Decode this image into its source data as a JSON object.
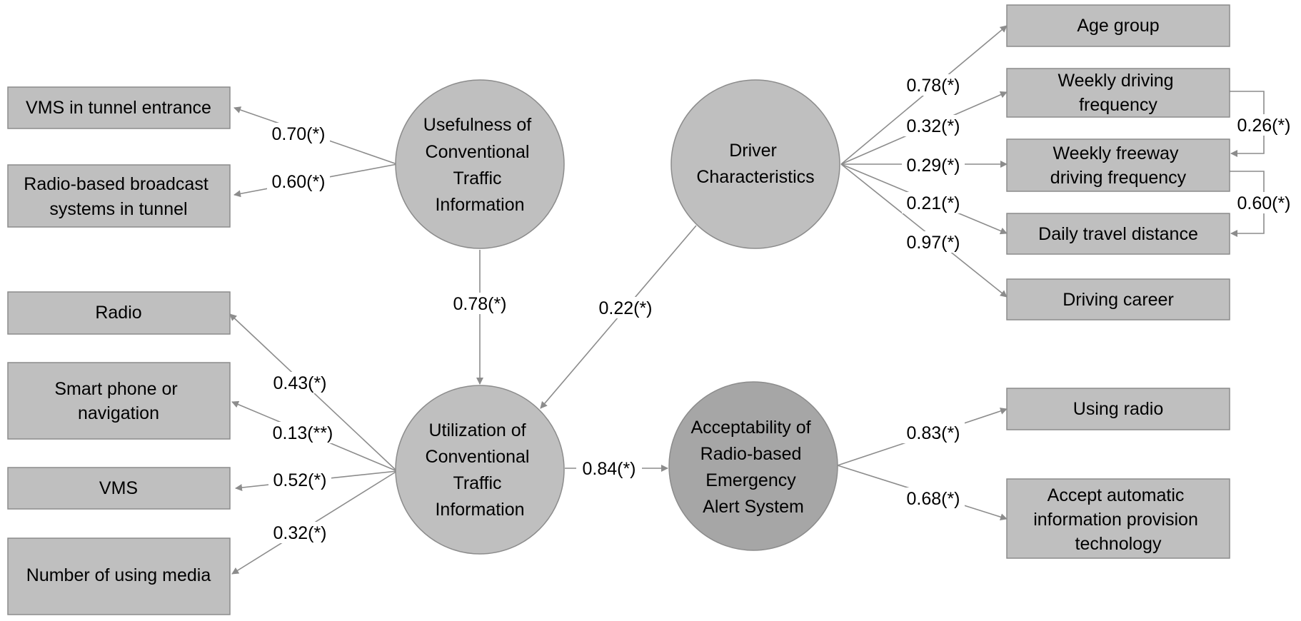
{
  "latents": {
    "usefulness": [
      "Usefulness of",
      "Conventional",
      "Traffic",
      "Information"
    ],
    "driver": [
      "Driver",
      "Characteristics"
    ],
    "utilization": [
      "Utilization of",
      "Conventional",
      "Traffic",
      "Information"
    ],
    "acceptability": [
      "Acceptability of",
      "Radio-based",
      "Emergency",
      "Alert System"
    ]
  },
  "observed": {
    "vms_tunnel": [
      "VMS in tunnel entrance"
    ],
    "radio_broadcast": [
      "Radio-based broadcast",
      "systems in tunnel"
    ],
    "radio": [
      "Radio"
    ],
    "smartphone": [
      "Smart phone or",
      "navigation"
    ],
    "vms": [
      "VMS"
    ],
    "media": [
      "Number of using media"
    ],
    "age": [
      "Age group"
    ],
    "weekly_driving": [
      "Weekly driving",
      "frequency"
    ],
    "weekly_freeway": [
      "Weekly freeway",
      "driving frequency"
    ],
    "daily_distance": [
      "Daily travel distance"
    ],
    "career": [
      "Driving career"
    ],
    "using_radio": [
      "Using radio"
    ],
    "accept_auto": [
      "Accept automatic",
      "information provision",
      "technology"
    ]
  },
  "coefficients": {
    "vms_tunnel": "0.70(*)",
    "radio_broadcast": "0.60(*)",
    "usefulness_to_utilization": "0.78(*)",
    "driver_to_utilization": "0.22(*)",
    "radio": "0.43(*)",
    "smartphone": "0.13(**)",
    "vms": "0.52(*)",
    "media": "0.32(*)",
    "utilization_to_acceptability": "0.84(*)",
    "age": "0.78(*)",
    "weekly_driving": "0.32(*)",
    "weekly_freeway": "0.29(*)",
    "daily_distance": "0.21(*)",
    "career": "0.97(*)",
    "cov_weekly": "0.26(*)",
    "cov_freeway_distance": "0.60(*)",
    "using_radio": "0.83(*)",
    "accept_auto": "0.68(*)"
  },
  "colors": {
    "node_fill": "#bfbfbf",
    "dark_node_fill": "#a6a6a6",
    "stroke": "#8c8c8c"
  }
}
